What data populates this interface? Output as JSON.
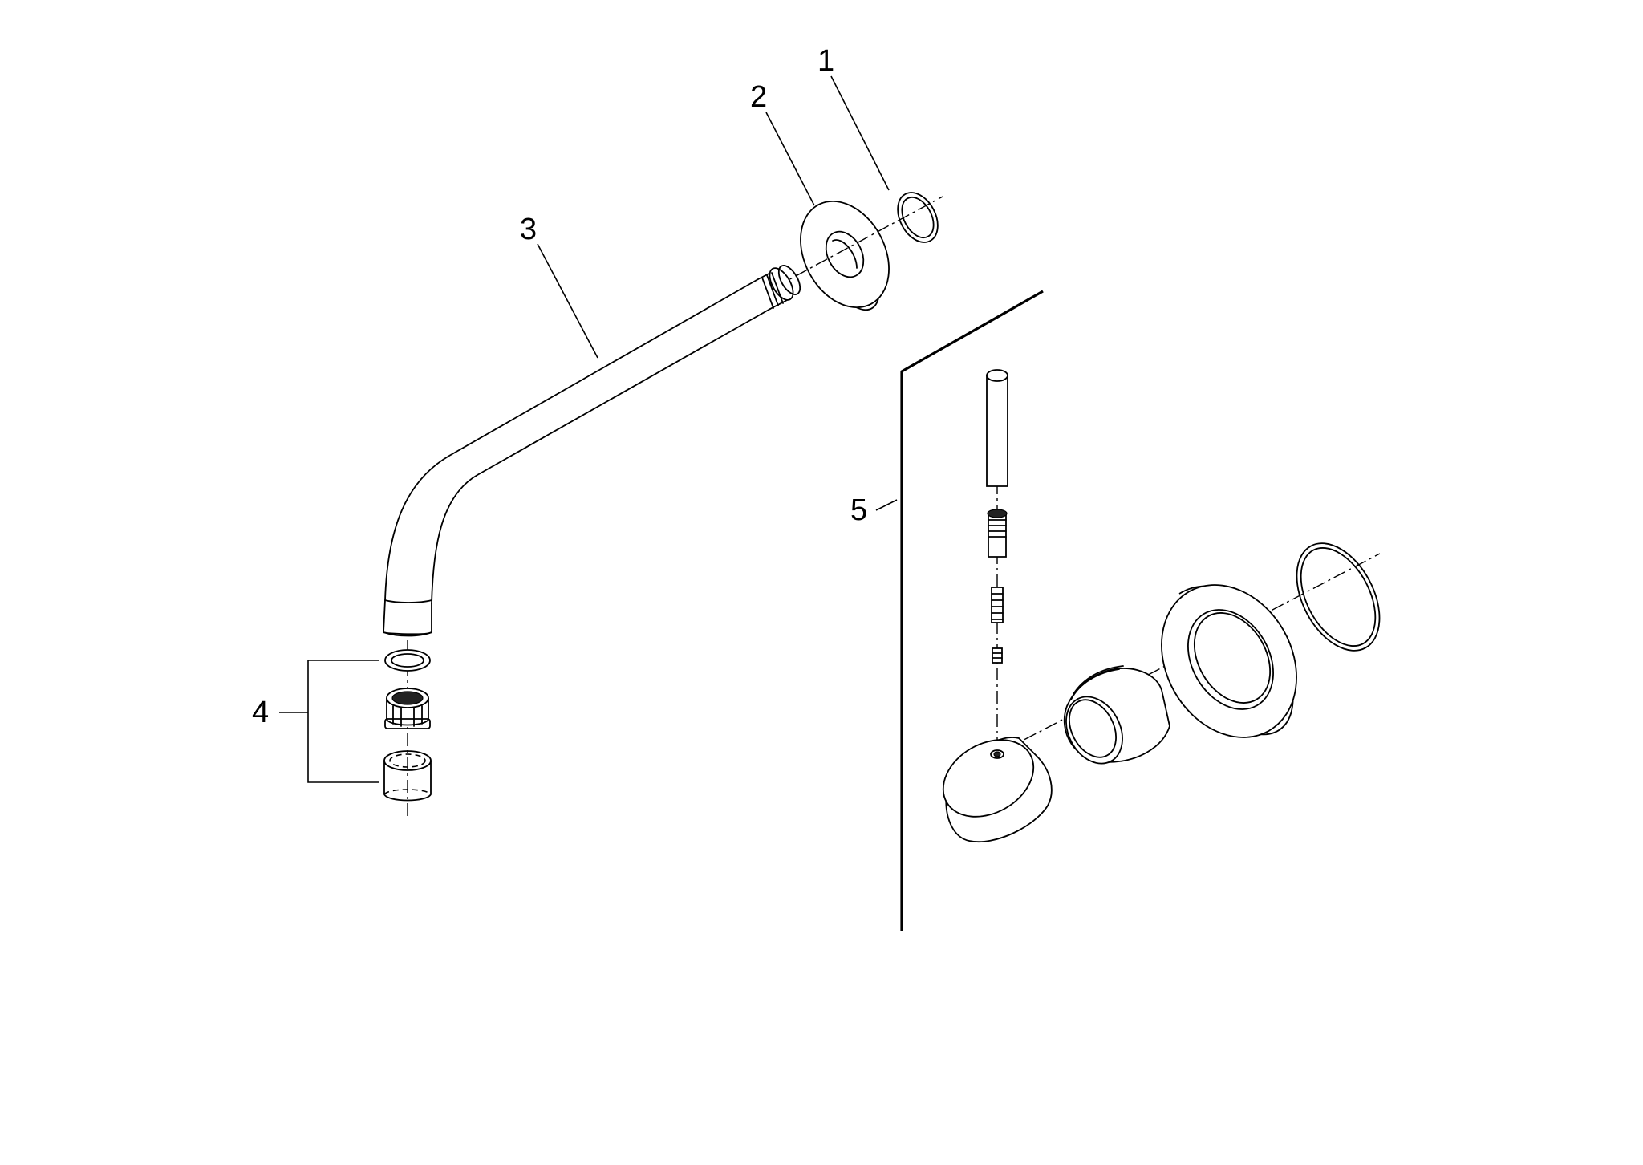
{
  "diagram": {
    "callouts": [
      {
        "id": "1",
        "label": "1"
      },
      {
        "id": "2",
        "label": "2"
      },
      {
        "id": "3",
        "label": "3"
      },
      {
        "id": "4",
        "label": "4"
      },
      {
        "id": "5",
        "label": "5"
      }
    ],
    "parts": [
      {
        "callout": "1",
        "icon": "o-ring-seal-icon"
      },
      {
        "callout": "2",
        "icon": "wall-rosette-icon"
      },
      {
        "callout": "3",
        "icon": "spout-pipe-icon"
      },
      {
        "callout": "4",
        "icon": "aerator-set-icon"
      },
      {
        "callout": "5",
        "icon": "handle-assembly-icon"
      }
    ],
    "colors": {
      "line": "#000000",
      "background": "#ffffff"
    }
  }
}
